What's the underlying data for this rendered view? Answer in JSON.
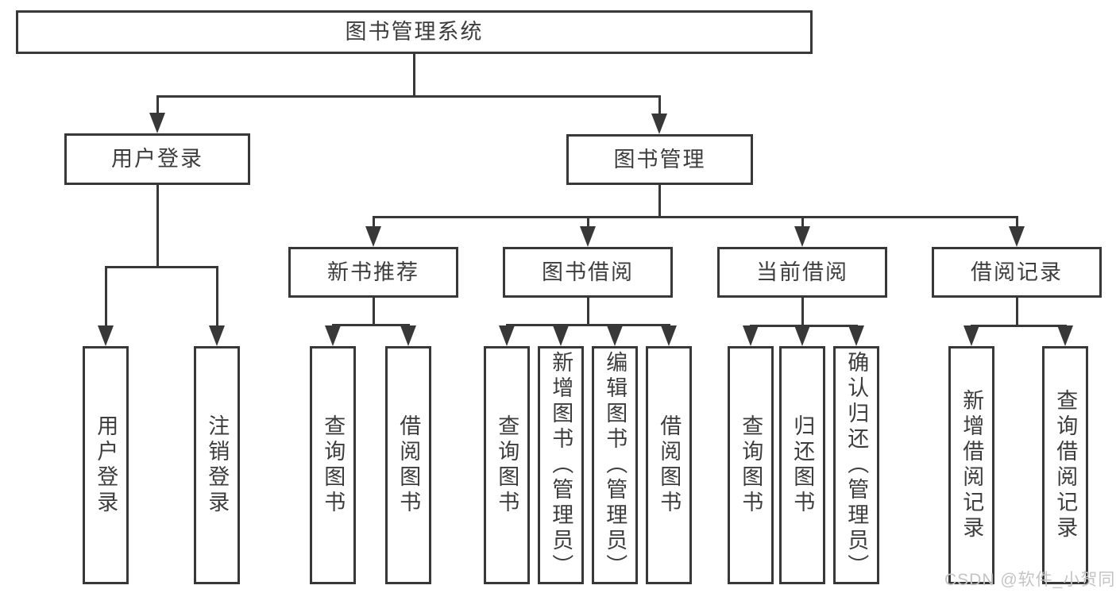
{
  "nodes": {
    "root": "图书管理系统",
    "user_login": "用户登录",
    "book_mgmt": "图书管理",
    "new_book_rec": "新书推荐",
    "book_borrow": "图书借阅",
    "current_borrow": "当前借阅",
    "borrow_records": "借阅记录",
    "leaf_user_login": "用户登录",
    "leaf_logout": "注销登录",
    "leaf_rec_query_books": "查询图书",
    "leaf_rec_borrow_books": "借阅图书",
    "leaf_bb_query_books": "查询图书",
    "leaf_bb_add_books": "新增图书（管理员）",
    "leaf_bb_edit_books": "编辑图书（管理员）",
    "leaf_bb_borrow_books": "借阅图书",
    "leaf_cb_query_books": "查询图书",
    "leaf_cb_return_books": "归还图书",
    "leaf_cb_confirm_return": "确认归还（管理员）",
    "leaf_br_add_record": "新增借阅记录",
    "leaf_br_query_record": "查询借阅记录"
  },
  "watermark": "CSDN @软件_小贺同学",
  "colors": {
    "line": "#383838",
    "text": "#3d3d3d",
    "box_background": "#ffffff",
    "watermark": "#c4c4c4"
  }
}
